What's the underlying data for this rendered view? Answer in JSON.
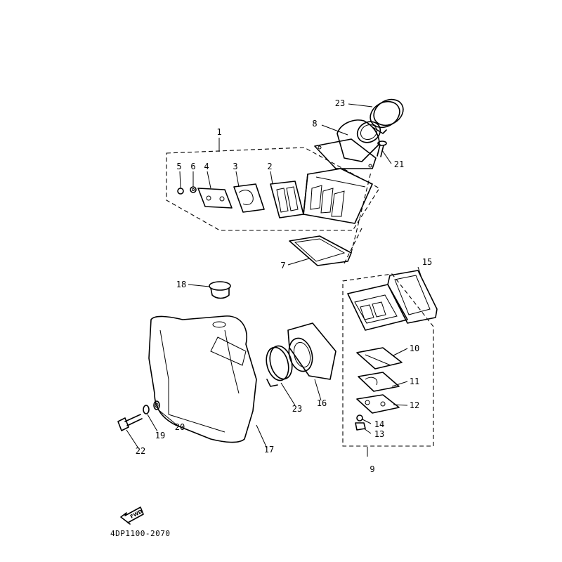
{
  "diagram": {
    "code": "4DP1100-2070",
    "fwd_label": "FWD",
    "callouts": {
      "c1": "1",
      "c2": "2",
      "c3": "3",
      "c4": "4",
      "c5": "5",
      "c6": "6",
      "c7": "7",
      "c8": "8",
      "c9": "9",
      "c10": "10",
      "c11": "11",
      "c12": "12",
      "c13": "13",
      "c14": "14",
      "c15": "15",
      "c16": "16",
      "c17": "17",
      "c18": "18",
      "c19": "19",
      "c20": "20",
      "c21": "21",
      "c22": "22",
      "c23a": "23",
      "c23b": "23"
    }
  }
}
